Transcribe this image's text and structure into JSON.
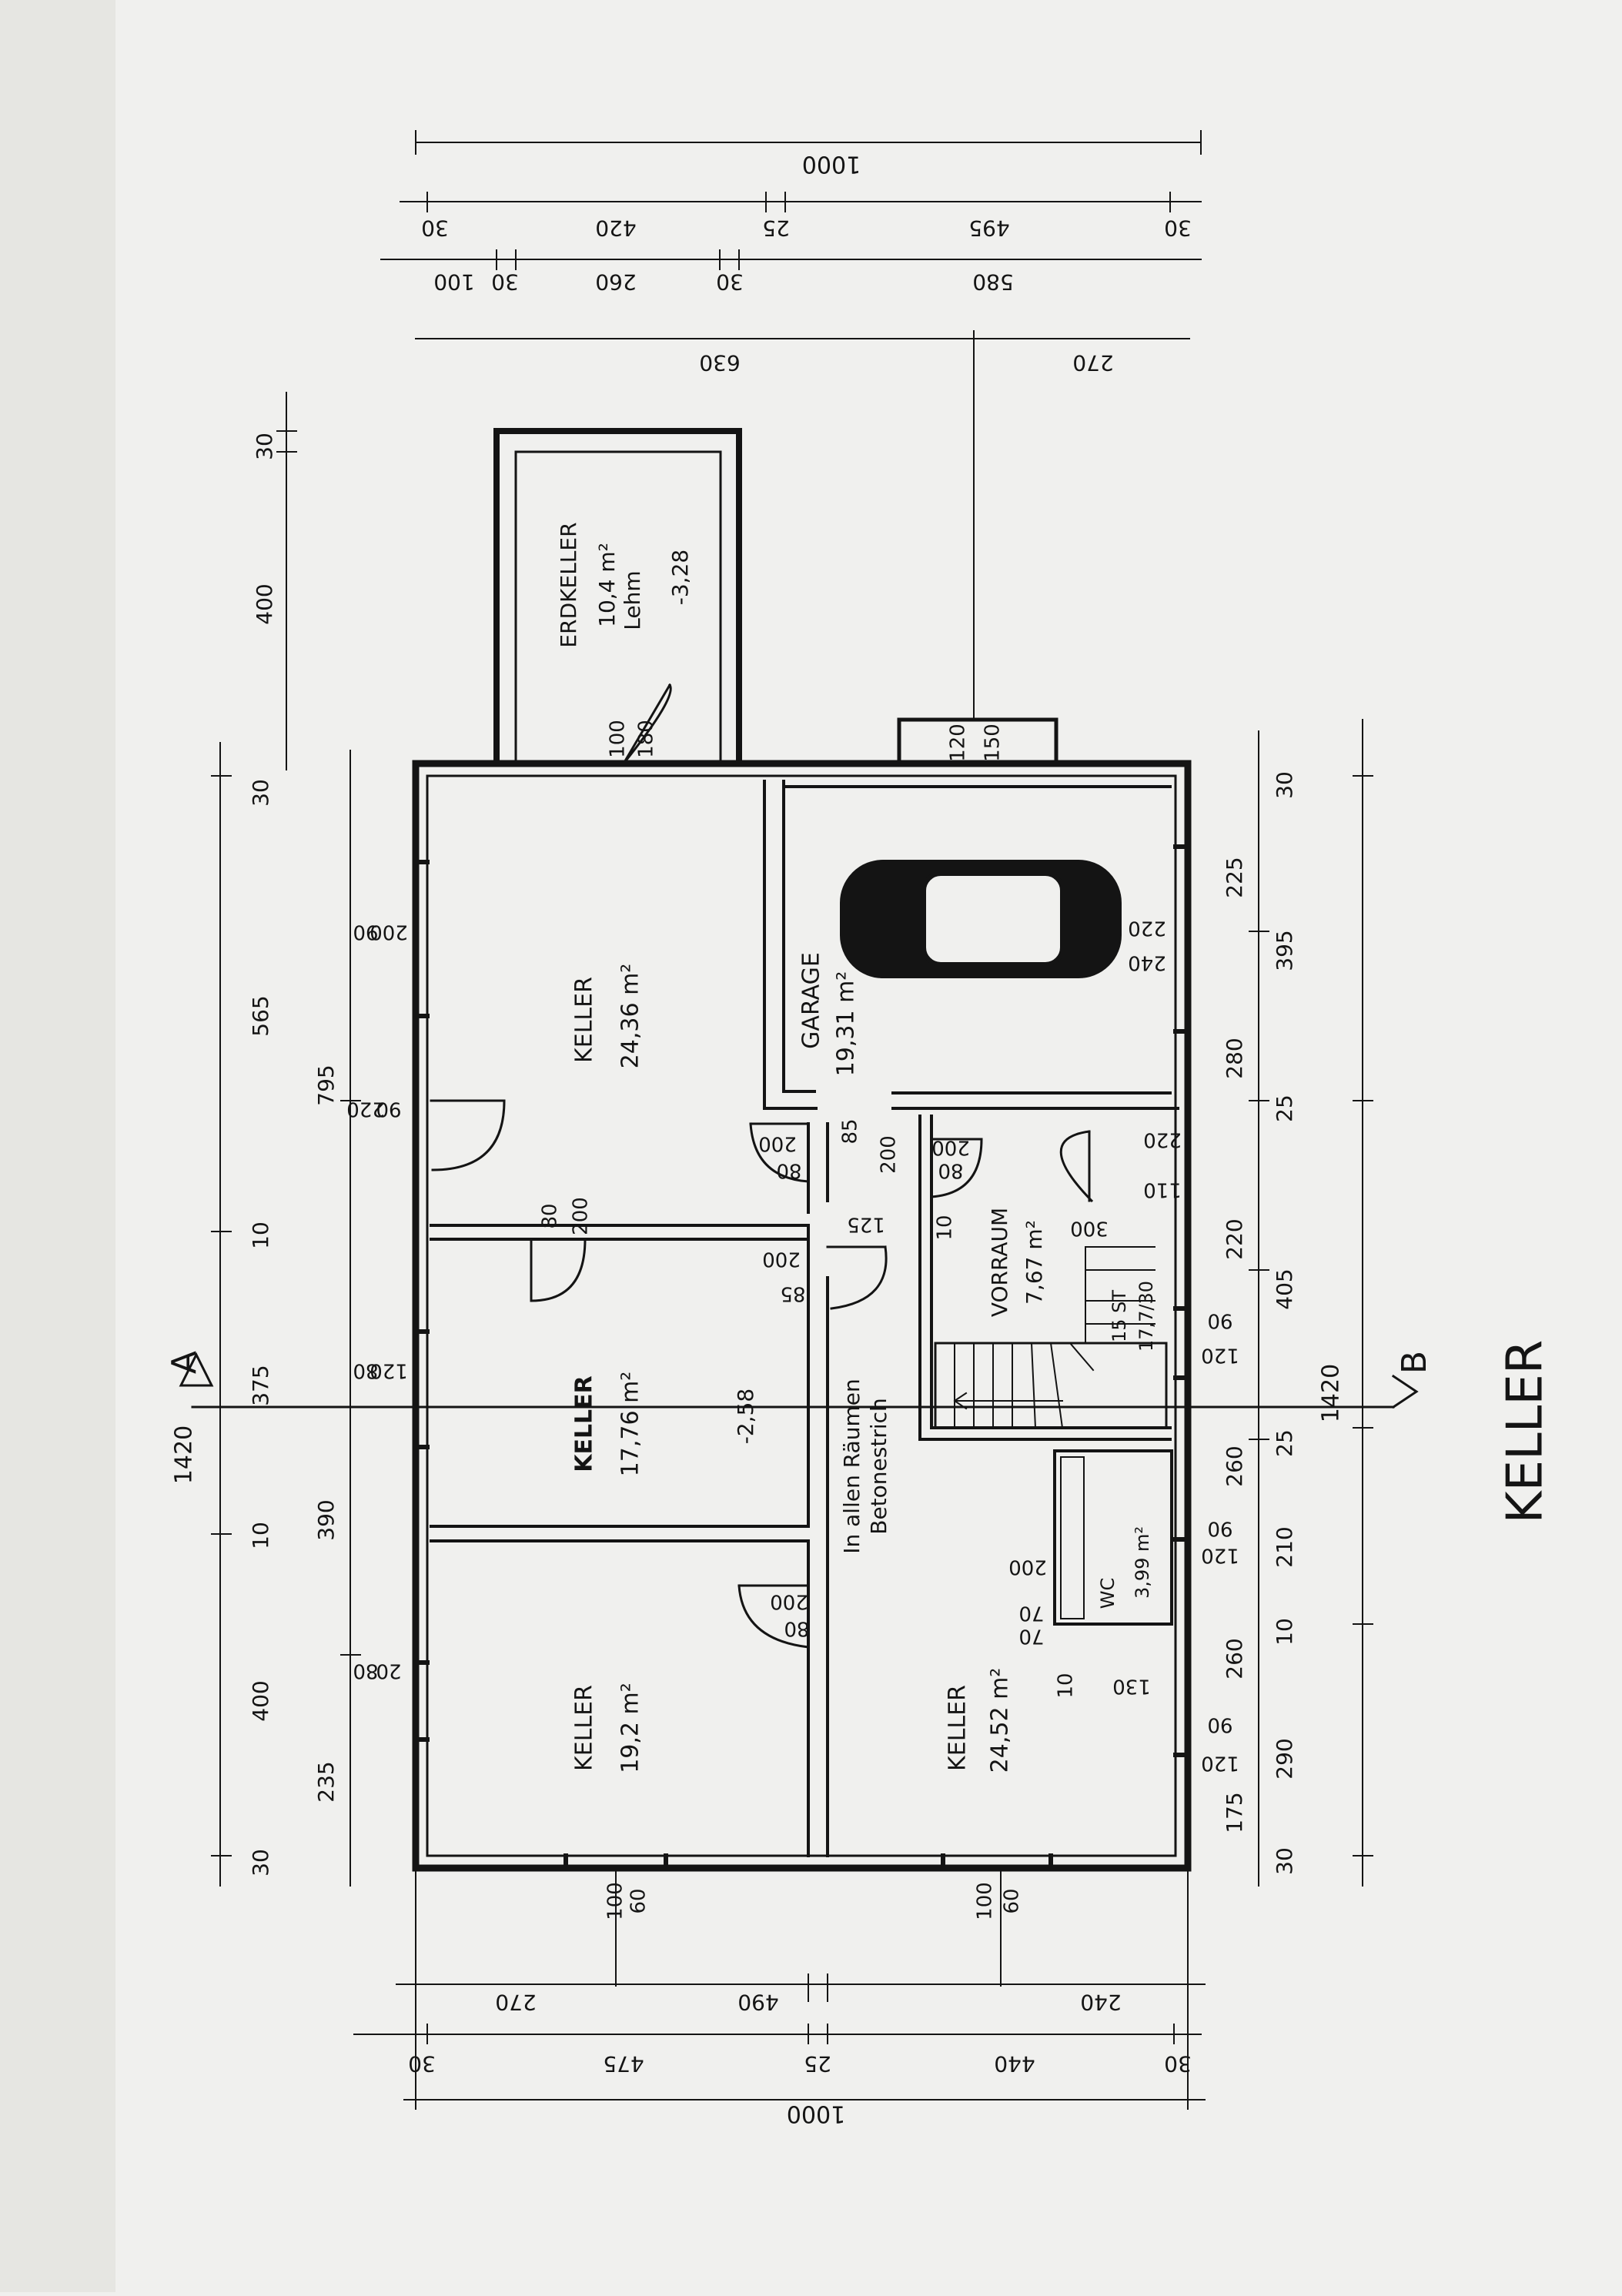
{
  "sheet_title": "KELLER",
  "section_labels": {
    "a": "A",
    "b": "B"
  },
  "rooms": {
    "erdkeller": {
      "name": "ERDKELLER",
      "area": "10,4 m²",
      "note": "Lehm",
      "level": "-3,28",
      "door_a": "100",
      "door_b": "180"
    },
    "keller1": {
      "name": "KELLER",
      "area": "24,36 m²"
    },
    "garage": {
      "name": "GARAGE",
      "area": "19,31 m²",
      "win_a": "120",
      "win_b": "150"
    },
    "keller2": {
      "name": "KELLER",
      "area": "17,76 m²",
      "level": "-2,58"
    },
    "keller3": {
      "name": "KELLER",
      "area": "19,2 m²"
    },
    "keller4": {
      "name": "KELLER",
      "area": "24,52 m²"
    },
    "vorraum": {
      "name": "VORRAUM",
      "area": "7,67 m²"
    },
    "wc": {
      "name": "WC",
      "area": "3,99 m²"
    },
    "stair": {
      "label_a": "15 ST",
      "label_b": "17,7/30"
    },
    "floor_note": {
      "line1": "In allen Räumen",
      "line2": "Betonestrich"
    }
  },
  "dims": {
    "top_total": "1000",
    "top_row2": [
      "30",
      "420",
      "25",
      "495",
      "30"
    ],
    "top_row3": [
      "100",
      "30",
      "260",
      "30",
      "580"
    ],
    "top_row4": [
      "630",
      "270"
    ],
    "bottom_total": "1000",
    "bottom_row2": [
      "30",
      "475",
      "25",
      "440",
      "30"
    ],
    "bottom_row1": [
      "270",
      "490",
      "240"
    ],
    "left_total": "1420",
    "left_outer": [
      "30",
      "565",
      "10",
      "375",
      "10",
      "400",
      "30"
    ],
    "left_top": [
      "30",
      "400"
    ],
    "left_inner": [
      "795",
      "390",
      "235"
    ],
    "right_total": "1420",
    "right_outer": [
      "30",
      "395",
      "25",
      "405",
      "25",
      "210",
      "10",
      "290",
      "30"
    ],
    "right_inner": [
      "225",
      "280",
      "220",
      "260",
      "260",
      "175"
    ],
    "openings": [
      "90",
      "200",
      "220",
      "90",
      "80",
      "200",
      "80",
      "120",
      "80",
      "20",
      "200",
      "80",
      "200",
      "85",
      "125",
      "85",
      "200",
      "200",
      "80",
      "200",
      "80",
      "10",
      "300",
      "220",
      "240",
      "220",
      "110",
      "90",
      "120",
      "90",
      "120",
      "200",
      "70",
      "70",
      "10",
      "130",
      "90",
      "120",
      "100",
      "60",
      "100",
      "60"
    ]
  }
}
